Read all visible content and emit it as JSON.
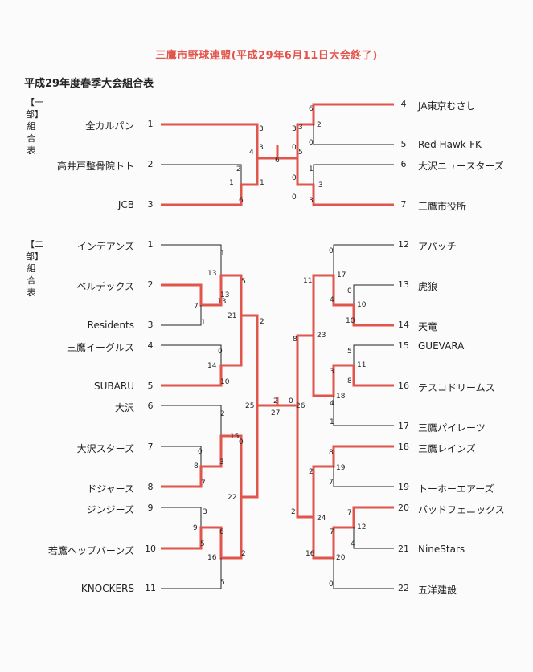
{
  "title": "三鷹市野球連盟(平成29年6月11日大会終了)",
  "subtitle": "平成29年度春季大会組合表",
  "divisions": [
    {
      "label": "【一部】組合表"
    },
    {
      "label": "【二部】組合表"
    }
  ],
  "colors": {
    "win_line": "#e2554d",
    "line": "#222222",
    "title": "#e2554d"
  },
  "div1_teams": [
    {
      "seed": "1",
      "name": "全カルパン"
    },
    {
      "seed": "2",
      "name": "高井戸整骨院トト"
    },
    {
      "seed": "3",
      "name": "JCB"
    },
    {
      "seed": "4",
      "name": "JA東京むさし"
    },
    {
      "seed": "5",
      "name": "Red Hawk-FK"
    },
    {
      "seed": "6",
      "name": "大沢ニュースターズ"
    },
    {
      "seed": "7",
      "name": "三鷹市役所"
    }
  ],
  "div2_teams": [
    {
      "seed": "1",
      "name": "インデアンズ"
    },
    {
      "seed": "2",
      "name": "ベルデックス"
    },
    {
      "seed": "3",
      "name": "Residents"
    },
    {
      "seed": "4",
      "name": "三鷹イーグルス"
    },
    {
      "seed": "5",
      "name": "SUBARU"
    },
    {
      "seed": "6",
      "name": "大沢"
    },
    {
      "seed": "7",
      "name": "大沢スターズ"
    },
    {
      "seed": "8",
      "name": "ドジャース"
    },
    {
      "seed": "9",
      "name": "ジンジーズ"
    },
    {
      "seed": "10",
      "name": "若鷹ヘップバーンズ"
    },
    {
      "seed": "11",
      "name": "KNOCKERS"
    },
    {
      "seed": "12",
      "name": "アパッチ"
    },
    {
      "seed": "13",
      "name": "虎狼"
    },
    {
      "seed": "14",
      "name": "天竜"
    },
    {
      "seed": "15",
      "name": "GUEVARA"
    },
    {
      "seed": "16",
      "name": "テスコドリームス"
    },
    {
      "seed": "17",
      "name": "三鷹パイレーツ"
    },
    {
      "seed": "18",
      "name": "三鷹レインズ"
    },
    {
      "seed": "19",
      "name": "トーホーエアーズ"
    },
    {
      "seed": "20",
      "name": "バッドフェニックス"
    },
    {
      "seed": "21",
      "name": "NineStars"
    },
    {
      "seed": "22",
      "name": "五洋建設"
    }
  ],
  "scores": [
    "3",
    "4",
    "3",
    "6",
    "3",
    "0",
    "5",
    "3",
    "6",
    "2",
    "0",
    "2",
    "1",
    "1",
    "6",
    "1",
    "0",
    "3",
    "0",
    "3",
    "1",
    "13",
    "13",
    "7",
    "1",
    "5",
    "21",
    "13",
    "0",
    "14",
    "10",
    "2",
    "25",
    "2",
    "27",
    "0",
    "26",
    "2",
    "15",
    "0",
    "8",
    "3",
    "7",
    "0",
    "22",
    "3",
    "9",
    "5",
    "6",
    "16",
    "2",
    "5",
    "0",
    "17",
    "11",
    "0",
    "4",
    "10",
    "10",
    "8",
    "23",
    "5",
    "3",
    "11",
    "8",
    "18",
    "4",
    "1",
    "8",
    "2",
    "19",
    "7",
    "2",
    "24",
    "7",
    "7",
    "12",
    "4",
    "16",
    "20",
    "0"
  ]
}
